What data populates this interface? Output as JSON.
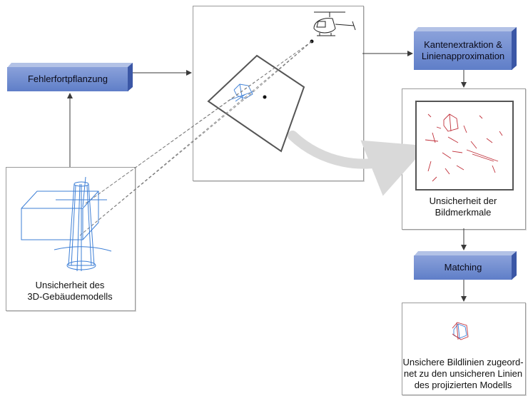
{
  "nodes": {
    "fehlerfortpflanzung": "Fehlerfortpflanzung",
    "kantenextraktion": [
      "Kantenextraktion &",
      "Linienapproximation"
    ],
    "matching": "Matching"
  },
  "captions": {
    "model_uncertainty": [
      "Unsicherheit des",
      "3D-Gebäudemodells"
    ],
    "feature_uncertainty": [
      "Unsicherheit der",
      "Bildmerkmale"
    ],
    "matched_lines": [
      "Unsichere Bildlinien zugeord-",
      "net zu den unsicheren Linien",
      "des projizierten Modells"
    ]
  },
  "colors": {
    "box_face": "#6f8bd0",
    "box_side": "#3b57a6",
    "model_lines": "#3d7fd6",
    "image_lines": "#c0303a",
    "arrow": "#3a3a3a",
    "curved_arrow": "#d9d9d9"
  },
  "icons": {
    "camera": "helicopter-icon",
    "building": "3d-building-wireframe"
  }
}
